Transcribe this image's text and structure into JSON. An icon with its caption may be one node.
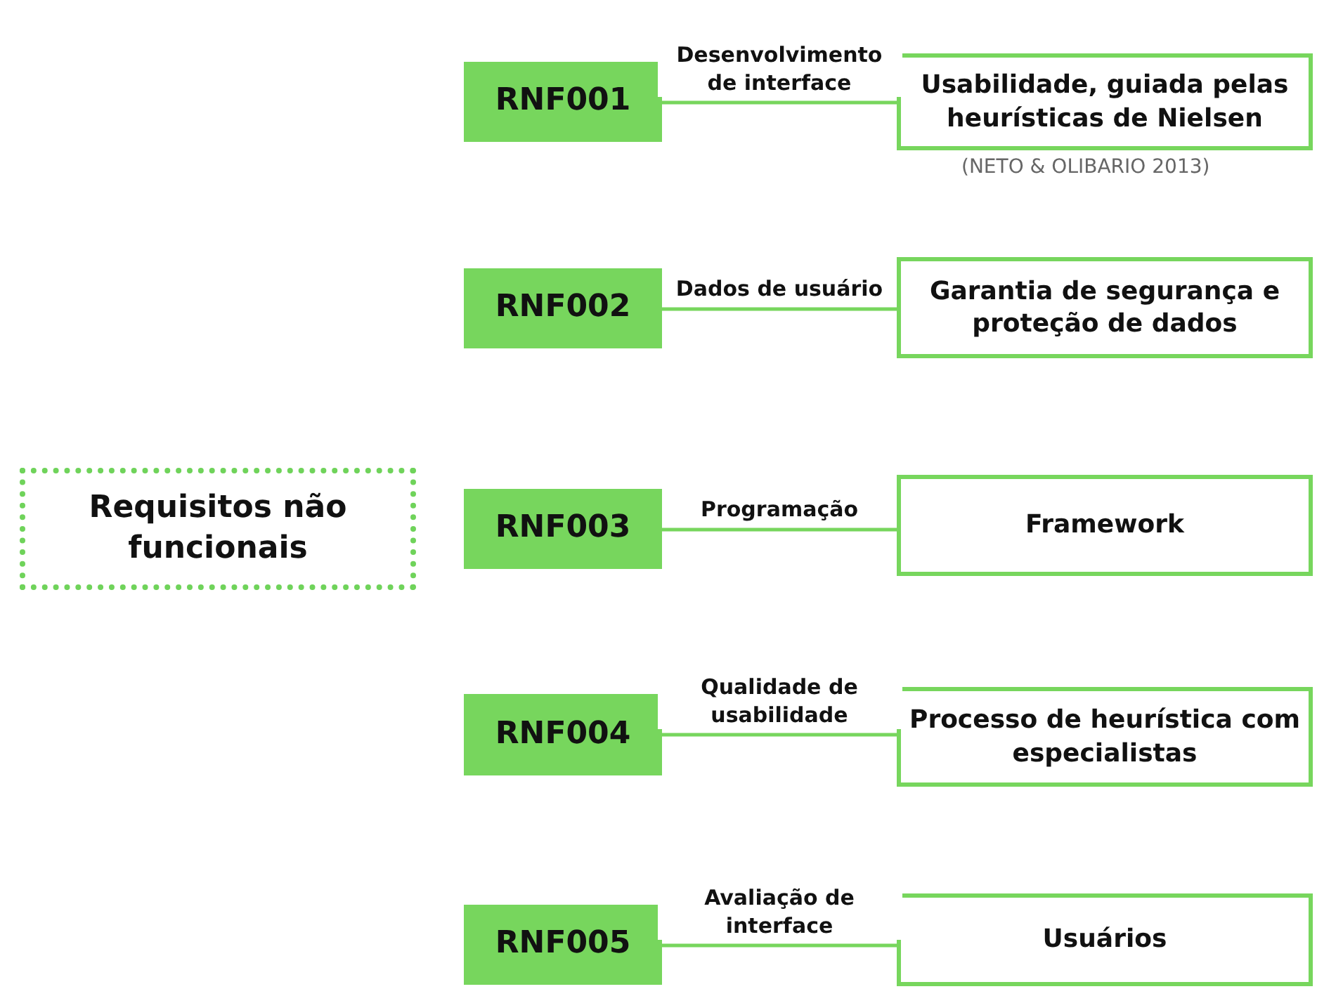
{
  "diagram": {
    "nodes": [
      {
        "text": [
          "Requisitos não funcionais"
        ]
      },
      {
        "text": [
          "RNF001"
        ]
      },
      {
        "text": [
          "Usabilidade, guiada pelas heurísticas de Nielsen"
        ],
        "beside": [
          "(NETO  & OLIBARIO 2013)"
        ]
      },
      {
        "text": [
          "RNF002"
        ]
      },
      {
        "text": [
          "Garantia de segurança e proteção de dados"
        ]
      },
      {
        "text": [
          "RNF003"
        ]
      },
      {
        "text": [
          "Framework"
        ]
      },
      {
        "text": [
          "RNF004"
        ]
      },
      {
        "text": [
          "Processo de heurística com especialistas"
        ]
      },
      {
        "text": [
          "RNF005"
        ]
      },
      {
        "text": [
          "Usuários"
        ]
      }
    ],
    "edges": [
      {
        "from": 1,
        "to": 2,
        "arrow": "none",
        "label": "Desenvolvimento de interface"
      },
      {
        "from": 3,
        "to": 4,
        "arrow": "none",
        "label": "Dados de usuário"
      },
      {
        "from": 5,
        "to": 6,
        "arrow": "none",
        "label": "Programação"
      },
      {
        "from": 7,
        "to": 8,
        "arrow": "none",
        "label": "Qualidade de usabilidade"
      },
      {
        "from": 9,
        "to": 10,
        "arrow": "none",
        "label": "Avaliação de interface"
      }
    ]
  }
}
